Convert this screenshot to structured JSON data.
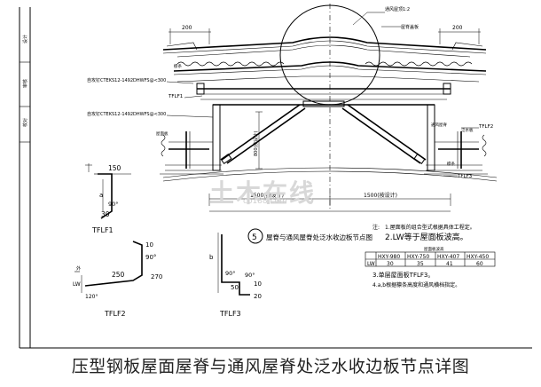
{
  "title": "压型钢板屋面屋脊与通风屋脊处泛水收边板节点详图",
  "watermark": {
    "main": "土木在线",
    "sub": "co188.com"
  },
  "left_strip": [
    "设计",
    "审核",
    "校对"
  ],
  "main_detail": {
    "top_dim_left": "200",
    "top_dim_right": "200",
    "leader_top": "通风屋顶1:2",
    "leader_right": "屋脊盖板",
    "leader_left_top": "檩条",
    "fastener_1": "自攻钉CTEKS12-1492DHWFS@<300",
    "fastener_2": "自攻钉CTEKS12-1492DHWFS@<300",
    "tflf1": "TFLF1",
    "tflf2": "TFLF2",
    "tflf3": "TFLF3",
    "dim_vertical": "800(按设计)",
    "dim_span_left": "1500(按设计)",
    "dim_span_right": "1500(按设计)",
    "label_left_lower": "屋面板",
    "label_right_mid": "通风屋脊",
    "label_right_lower": "泛水板",
    "label_bottom_right": "檩条"
  },
  "detail_ref": {
    "number": "5",
    "label": "屋脊与通风屋脊处泛水收边板节点图"
  },
  "notes": {
    "heading": "注:",
    "line1": "1.屋面板的组合型式根据具体工程定。",
    "line2": "2.LW等于屋面板波高。",
    "table_title": "屋面板波高",
    "headers": [
      "",
      "HXY-980",
      "HXY-750",
      "HXY-407",
      "HXY-450"
    ],
    "row_label": "LW",
    "row_values": [
      "30",
      "35",
      "41",
      "60"
    ],
    "line3": "3.单层屋面板TFLF3。",
    "line4": "4.a,b根据檩条高度和通风横档指定。"
  },
  "tflf1": {
    "name": "TFLF1",
    "dim_top": "150",
    "dim_a": "a",
    "angle": "90°",
    "dim_bottom": "30"
  },
  "tflf2": {
    "name": "TFLF2",
    "dim_lw": "LW",
    "dim_length": "250",
    "dim_10": "10",
    "angle1": "90°",
    "angle2": "120°",
    "dim_270": "270"
  },
  "tflf3": {
    "name": "TFLF3",
    "dim_b": "b",
    "angle1": "90°",
    "dim_50": "50",
    "dim_10": "10",
    "angle2": "90°",
    "dim_20": "20"
  }
}
